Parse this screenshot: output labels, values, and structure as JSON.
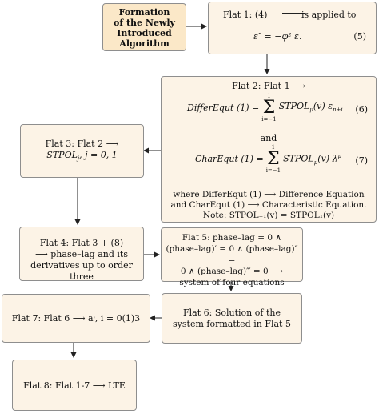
{
  "title_box": {
    "text": "Formation of the Newly Introduced Algorithm",
    "lines": [
      "Formation",
      "of the Newly",
      "Introduced",
      "Algorithm"
    ]
  },
  "flat1": {
    "line1_a": "Flat 1: (4)",
    "line1_b": "is applied to",
    "eq": "ε″ = −φ² ε.",
    "eq_num": "(5)"
  },
  "flat2": {
    "header": "Flat 2: Flat 1 ⟶",
    "eq6_lhs": "DifferEqut (1) =",
    "eq6_upper": "1",
    "eq6_lower": "i=−1",
    "eq6_rhs": "STPOL",
    "eq6_rhs_sub": "μ",
    "eq6_rhs_tail": "(v) ε",
    "eq6_rhs_tail_sub": "n+i",
    "eq6_num": "(6)",
    "and_text": "and",
    "eq7_lhs": "CharEqut (1) =",
    "eq7_upper": "1",
    "eq7_lower": "i=−1",
    "eq7_rhs": "STPOL",
    "eq7_rhs_sub": "μ",
    "eq7_rhs_tail": "(v) λ",
    "eq7_rhs_tail_sup": "μ",
    "eq7_num": "(7)",
    "where_line1": "where DifferEqut (1) ⟶ Difference Equation",
    "where_line2": "and CharEqut (1) ⟶ Characteristic Equation.",
    "note_line": "Note: STPOL₋₁(v) = STPOL₁(v)"
  },
  "flat3": {
    "line1": "Flat 3: Flat 2 ⟶",
    "line2": "STPOL",
    "line2_sub": "j",
    "line2_tail": ", j = 0, 1"
  },
  "flat4": {
    "line1": "Flat 4: Flat 3 + (8)",
    "line2": "⟶ phase–lag and its",
    "line3": "derivatives up to order three"
  },
  "flat5": {
    "line1": "Flat 5: phase–lag = 0 ∧",
    "line2": "(phase–lag)′ = 0 ∧ (phase–lag)″ =",
    "line3": "0 ∧ (phase–lag)‴ = 0 ⟶",
    "line4": "system of four equations"
  },
  "flat6": {
    "line1": "Flat 6: Solution of the",
    "line2": "system formatted in Flat 5"
  },
  "flat7": {
    "text": "Flat 7: Flat 6 ⟶ a",
    "sub": "i",
    "tail": ", i = 0(1)3"
  },
  "flat8": {
    "text": "Flat 8: Flat 1-7 ⟶ LTE"
  }
}
